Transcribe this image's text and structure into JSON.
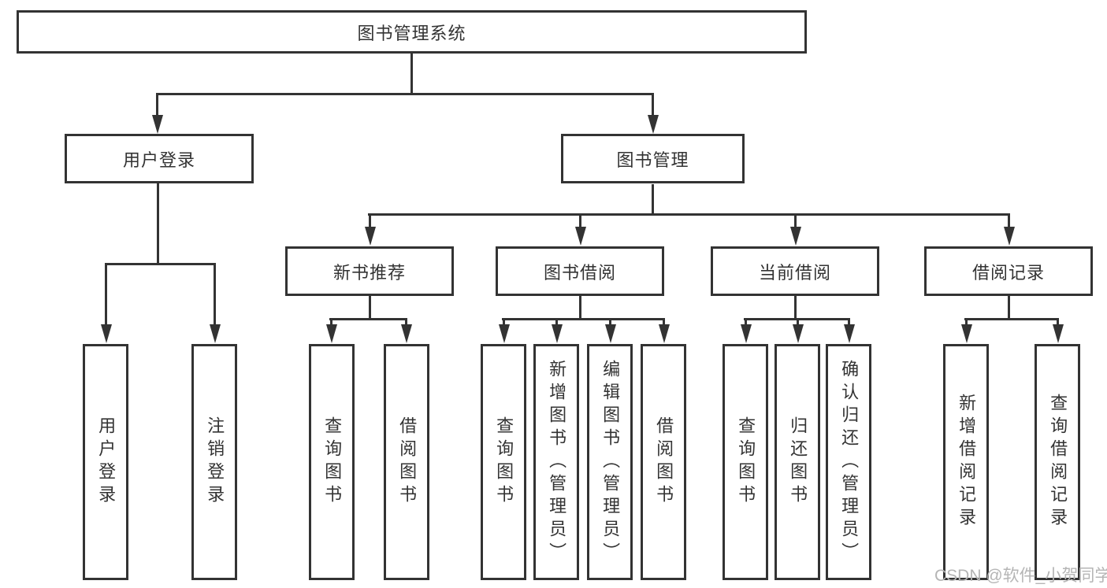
{
  "diagram": {
    "root": {
      "label": "图书管理系统"
    },
    "children": [
      {
        "label": "用户登录",
        "children": [
          {
            "label": "用户登录"
          },
          {
            "label": "注销登录"
          }
        ]
      },
      {
        "label": "图书管理",
        "children": [
          {
            "label": "新书推荐",
            "children": [
              {
                "label": "查询图书"
              },
              {
                "label": "借阅图书"
              }
            ]
          },
          {
            "label": "图书借阅",
            "children": [
              {
                "label": "查询图书"
              },
              {
                "label": "新增图书（管理员）"
              },
              {
                "label": "编辑图书（管理员）"
              },
              {
                "label": "借阅图书"
              }
            ]
          },
          {
            "label": "当前借阅",
            "children": [
              {
                "label": "查询图书"
              },
              {
                "label": "归还图书"
              },
              {
                "label": "确认归还（管理员）"
              }
            ]
          },
          {
            "label": "借阅记录",
            "children": [
              {
                "label": "新增借阅记录"
              },
              {
                "label": "查询借阅记录"
              }
            ]
          }
        ]
      }
    ]
  },
  "watermark": {
    "text": "CSDN @软件_小贺同学"
  },
  "colors": {
    "line": "#333333",
    "text": "#333333",
    "watermark": "#b5b5b5",
    "background": "#ffffff"
  }
}
